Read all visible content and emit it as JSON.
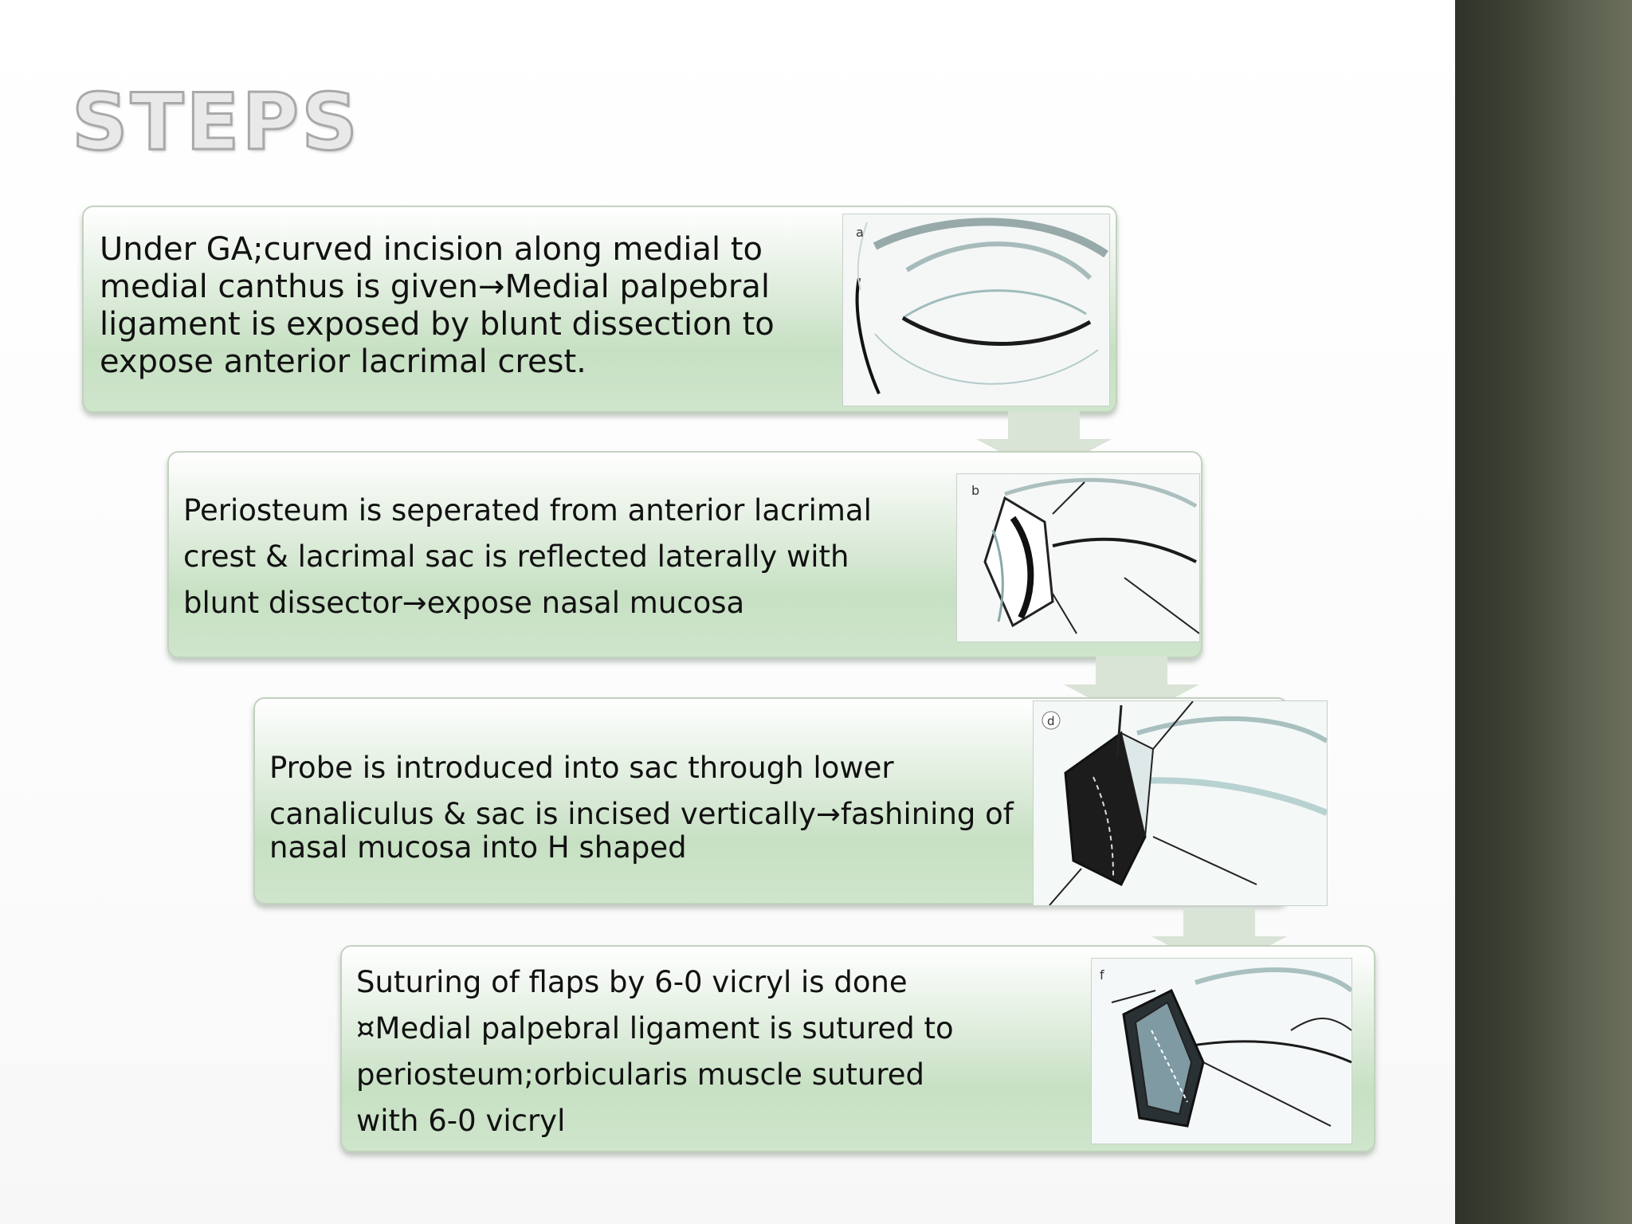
{
  "title": "STEPS",
  "steps": [
    {
      "lines": [
        "Under GA;curved incision along medial to",
        "medial canthus is given→Medial palpebral",
        "ligament is exposed by blunt dissection to",
        "expose anterior lacrimal crest."
      ],
      "figure_letter": "a"
    },
    {
      "lines": [
        "Periosteum is seperated from anterior lacrimal",
        "crest & lacrimal sac is reflected laterally with",
        "blunt dissector→expose nasal mucosa"
      ],
      "figure_letter": "b"
    },
    {
      "lines": [
        "Probe is introduced into sac through lower",
        "canaliculus & sac is incised vertically→fashining of",
        "nasal mucosa into H shaped"
      ],
      "figure_letter": "d"
    },
    {
      "lines": [
        "Suturing of flaps by 6-0 vicryl is done",
        "¤Medial palpebral ligament is sutured to",
        "periosteum;orbicularis muscle sutured",
        "with 6-0 vicryl"
      ],
      "figure_letter": "f"
    }
  ],
  "colors": {
    "box_gradient_top": "#ffffff",
    "box_gradient_mid": "#c7e0c3",
    "arrow": "#d9e3d6",
    "title_fill": "#e9e9e9",
    "side_panel": "#3f4335"
  },
  "icons": [
    "down-arrow-icon"
  ]
}
